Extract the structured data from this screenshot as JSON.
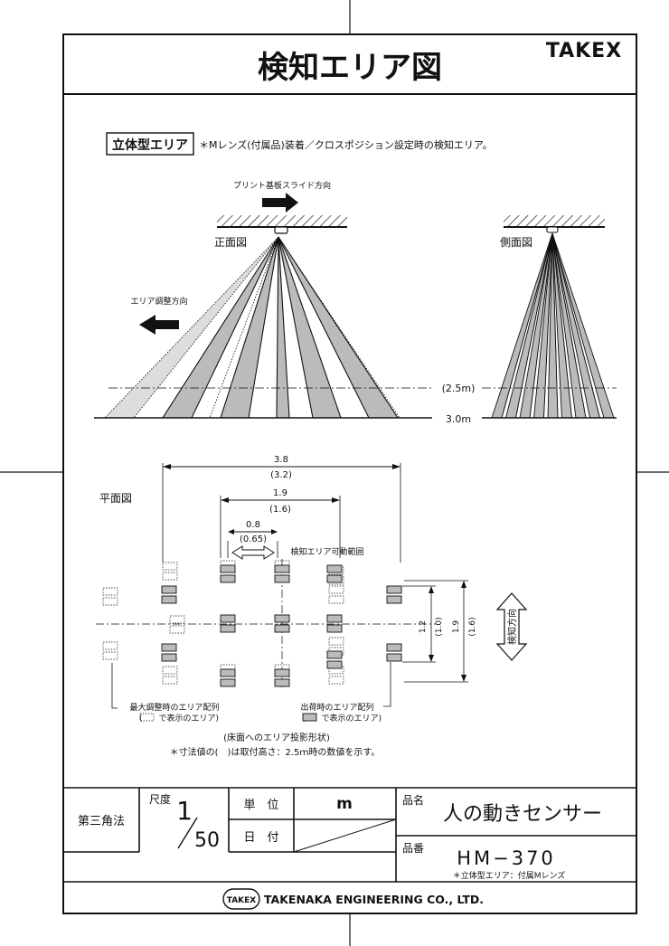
{
  "title": "検知エリア図",
  "brand": "TAKEX",
  "section": {
    "tag": "立体型エリア",
    "note": "＊Mレンズ(付属品)装着／クロスポジション設定時の検知エリア。"
  },
  "front_view": {
    "slide_label": "プリント基板スライド方向",
    "label": "正面図",
    "adjust_label": "エリア調整方向",
    "height_alt": "(2.5m)",
    "height": "3.0m"
  },
  "side_view": {
    "label": "側面図"
  },
  "plan_view": {
    "label": "平面図",
    "dim_outer": "3.8",
    "dim_outer_alt": "(3.2)",
    "dim_mid": "1.9",
    "dim_mid_alt": "(1.6)",
    "dim_inner": "0.8",
    "dim_inner_alt": "(0.65)",
    "movable_range": "検知エリア可動範囲",
    "v_inner": "1.2",
    "v_inner_alt": "(1.0)",
    "v_outer": "1.9",
    "v_outer_alt": "(1.6)",
    "direction": "検知方向",
    "max_adjust": "最大調整時のエリア配列",
    "max_adjust_sub": "(　　で表示のエリア)",
    "shipping": "出荷時のエリア配列",
    "shipping_sub": "(　　で表示のエリア)",
    "projection": "(床面へのエリア投影形状)",
    "footnote": "＊寸法値の(　)は取付高さ：2.5ｍ時の数値を示す。"
  },
  "title_block": {
    "projection": "第三角法",
    "scale_label": "尺度",
    "scale_num": "1",
    "scale_den": "50",
    "unit_label": "単　位",
    "unit": "m",
    "date_label": "日　付",
    "name_label": "品名",
    "name": "人の動きセンサー",
    "number_label": "品番",
    "number": "HM−370",
    "number_note": "＊立体型エリア：付属Mレンズ"
  },
  "company": {
    "badge": "TAKEX",
    "name": "TAKENAKA ENGINEERING CO., LTD."
  }
}
